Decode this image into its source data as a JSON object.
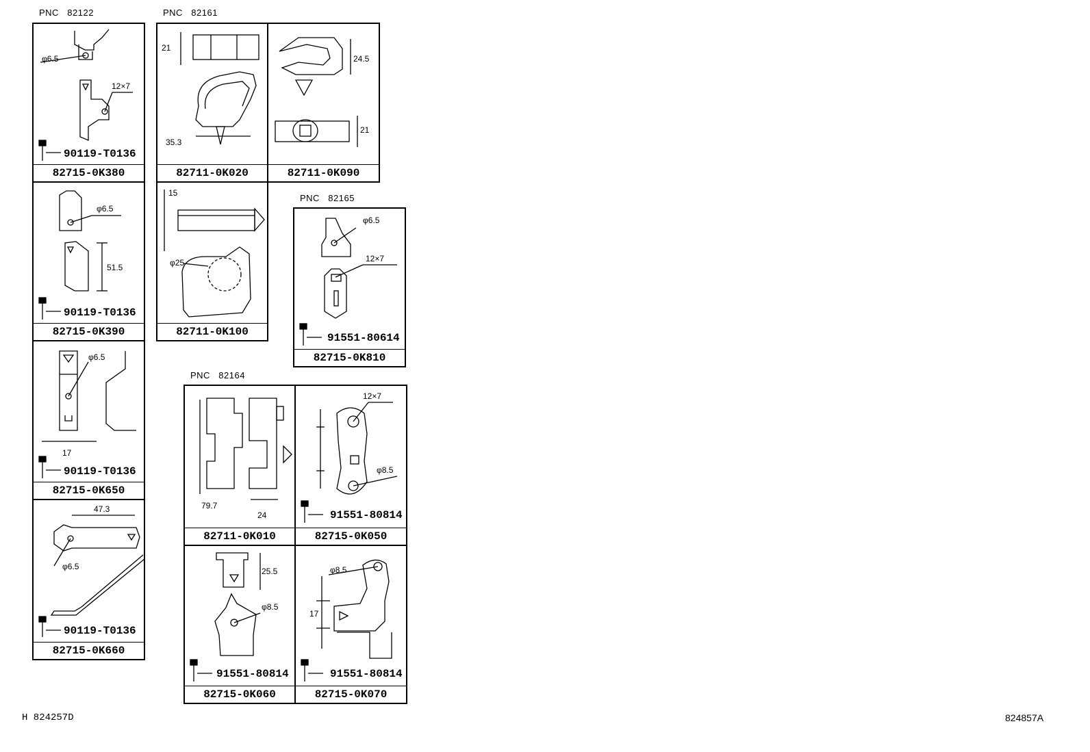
{
  "pnc_prefix": "PNC",
  "groups": {
    "g82122": {
      "pnc": "82122"
    },
    "g82161": {
      "pnc": "82161"
    },
    "g82165": {
      "pnc": "82165"
    },
    "g82164": {
      "pnc": "82164"
    }
  },
  "parts": {
    "k380": {
      "number": "82715-0K380",
      "bolt": "90119-T0136",
      "dims": [
        "φ6.5",
        "12×7"
      ]
    },
    "k390": {
      "number": "82715-0K390",
      "bolt": "90119-T0136",
      "dims": [
        "φ6.5",
        "51.5"
      ]
    },
    "k650": {
      "number": "82715-0K650",
      "bolt": "90119-T0136",
      "dims": [
        "φ6.5",
        "17"
      ]
    },
    "k660": {
      "number": "82715-0K660",
      "bolt": "90119-T0136",
      "dims": [
        "47.3",
        "φ6.5"
      ]
    },
    "k020": {
      "number": "82711-0K020",
      "dims": [
        "21",
        "35.3"
      ]
    },
    "k090": {
      "number": "82711-0K090",
      "dims": [
        "24.5",
        "21"
      ]
    },
    "k100": {
      "number": "82711-0K100",
      "dims": [
        "15",
        "φ25"
      ]
    },
    "k810": {
      "number": "82715-0K810",
      "bolt": "91551-80614",
      "dims": [
        "φ6.5",
        "12×7"
      ]
    },
    "k010": {
      "number": "82711-0K010",
      "dims": [
        "79.7",
        "24"
      ]
    },
    "k050": {
      "number": "82715-0K050",
      "bolt": "91551-80814",
      "dims": [
        "12×7",
        "φ8.5"
      ]
    },
    "k060": {
      "number": "82715-0K060",
      "bolt": "91551-80814",
      "dims": [
        "25.5",
        "φ8.5"
      ]
    },
    "k070": {
      "number": "82715-0K070",
      "bolt": "91551-80814",
      "dims": [
        "φ8.5",
        "17"
      ]
    }
  },
  "footer": {
    "left": "H 824257D",
    "right": "824857A"
  }
}
